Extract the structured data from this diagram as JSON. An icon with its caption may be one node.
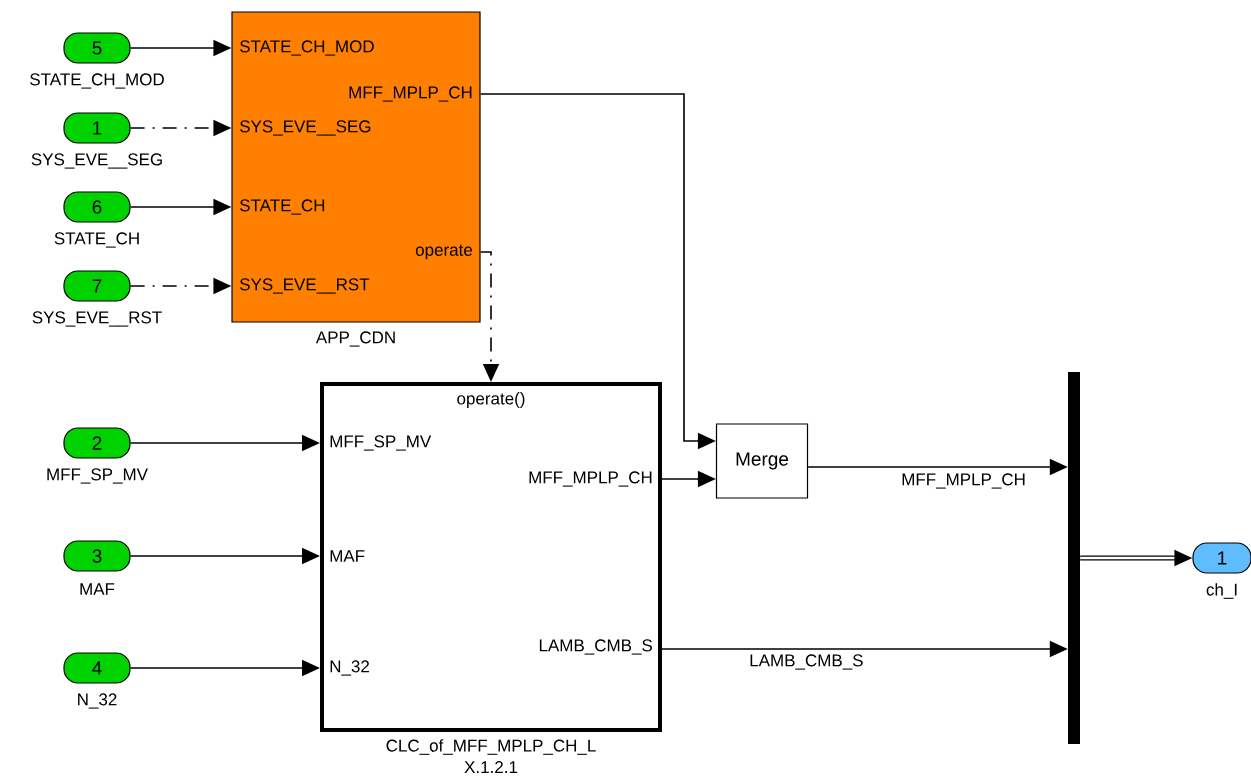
{
  "diagram": {
    "nodes": [
      {
        "text": [
          "5"
        ],
        "beside": [
          "STATE_CH_MOD"
        ]
      },
      {
        "text": [
          "1"
        ],
        "beside": [
          "SYS_EVE__SEG"
        ]
      },
      {
        "text": [
          "6"
        ],
        "beside": [
          "STATE_CH"
        ]
      },
      {
        "text": [
          "7"
        ],
        "beside": [
          "SYS_EVE__RST"
        ]
      },
      {
        "text": [
          "STATE_CH_MOD",
          "MFF_MPLP_CH",
          "SYS_EVE__SEG",
          "STATE_CH",
          "operate",
          "SYS_EVE__RST"
        ],
        "beside": [
          "APP_CDN"
        ]
      },
      {
        "text": [
          "2"
        ],
        "beside": [
          "MFF_SP_MV"
        ]
      },
      {
        "text": [
          "3"
        ],
        "beside": [
          "MAF"
        ]
      },
      {
        "text": [
          "4"
        ],
        "beside": [
          "N_32"
        ]
      },
      {
        "text": [
          "operate()",
          "MFF_SP_MV",
          "MFF_MPLP_CH",
          "MAF",
          "LAMB_CMB_S",
          "N_32"
        ],
        "beside": [
          "CLC_of_MFF_MPLP_CH_L",
          "X.1.2.1"
        ]
      },
      {
        "text": [
          "Merge"
        ]
      },
      {
        "text": [],
        "shape": "bar"
      },
      {
        "text": [
          "1"
        ],
        "beside": [
          "ch_I"
        ]
      }
    ],
    "edges": [
      {
        "from": 0,
        "to": 4,
        "arrow": "to"
      },
      {
        "from": 1,
        "to": 4,
        "arrow": "to",
        "style": "dashed"
      },
      {
        "from": 2,
        "to": 4,
        "arrow": "to"
      },
      {
        "from": 3,
        "to": 4,
        "arrow": "to",
        "style": "dashed"
      },
      {
        "from": 4,
        "to": 8,
        "arrow": "to",
        "style": "dashed"
      },
      {
        "from": 4,
        "to": 9,
        "arrow": "to"
      },
      {
        "from": 5,
        "to": 8,
        "arrow": "to"
      },
      {
        "from": 6,
        "to": 8,
        "arrow": "to"
      },
      {
        "from": 7,
        "to": 8,
        "arrow": "to"
      },
      {
        "from": 8,
        "to": 9,
        "arrow": "to"
      },
      {
        "from": 9,
        "to": 10,
        "arrow": "to",
        "label": "MFF_MPLP_CH"
      },
      {
        "from": 8,
        "to": 10,
        "arrow": "to",
        "label": "LAMB_CMB_S"
      },
      {
        "from": 10,
        "to": 11,
        "arrow": "to",
        "style": "thick"
      }
    ]
  }
}
